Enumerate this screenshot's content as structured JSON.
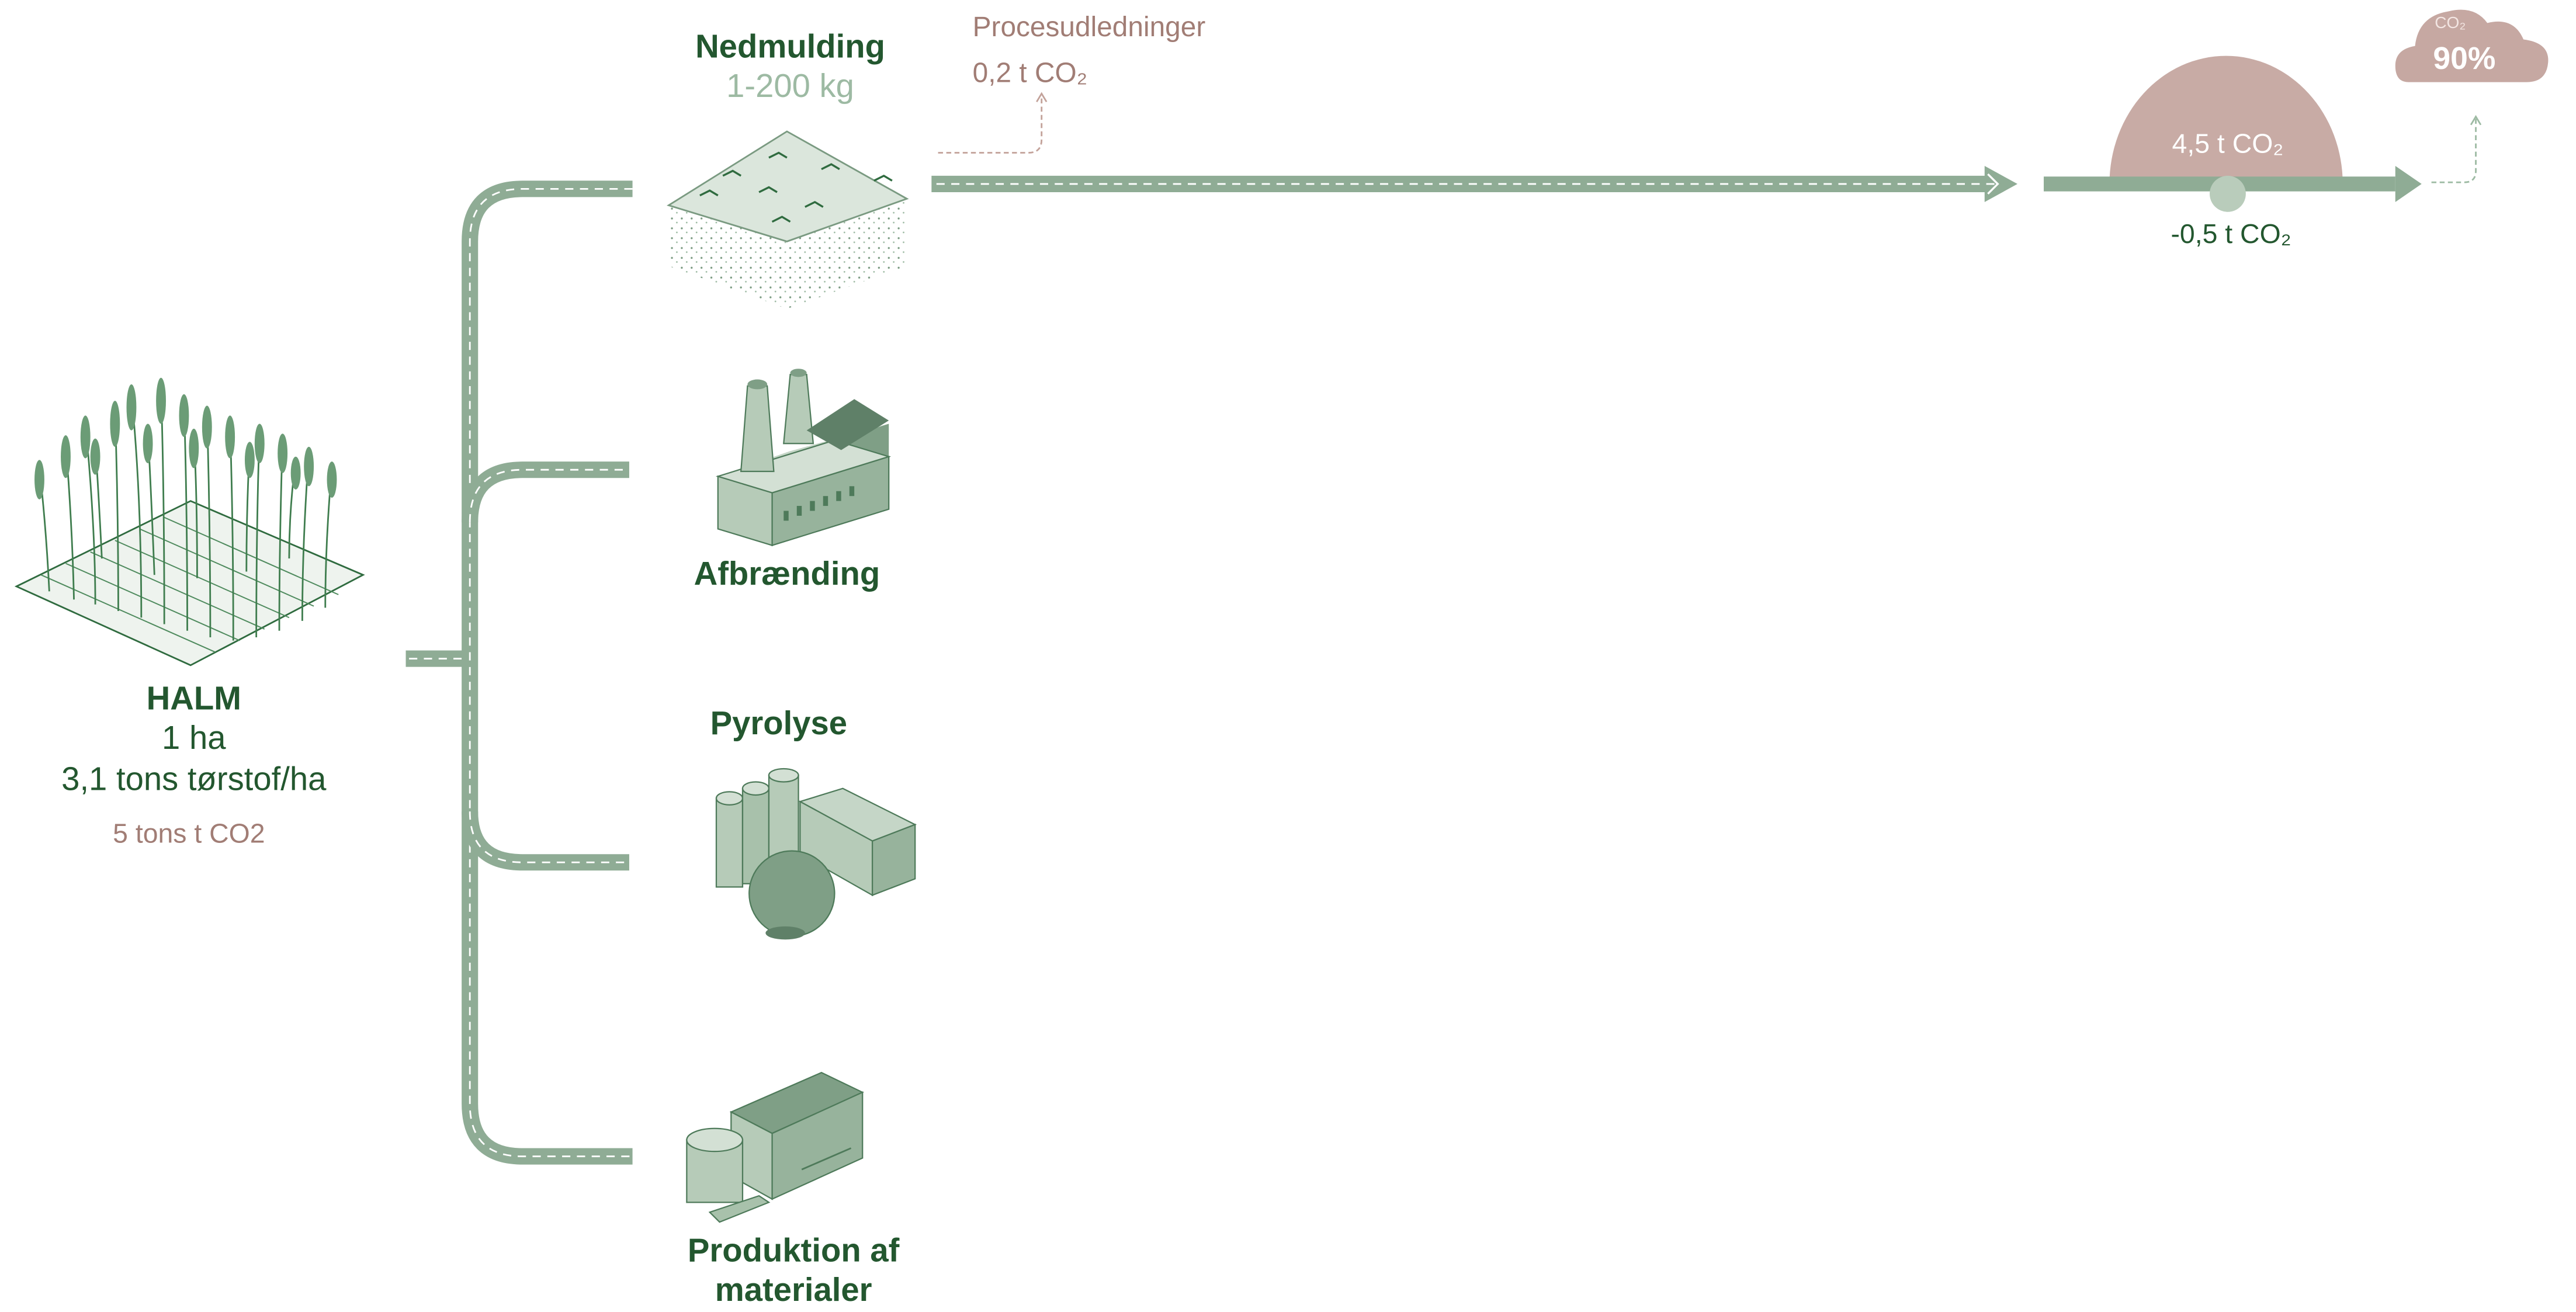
{
  "source": {
    "title": "HALM",
    "area": "1 ha",
    "yield": "3,1 tons tørstof/ha",
    "co2": "5 tons t CO2"
  },
  "pathways": [
    {
      "label": "Nedmulding",
      "sublabel": "1-200 kg"
    },
    {
      "label": "Afbrænding"
    },
    {
      "label": "Pyrolyse"
    },
    {
      "label": "Produktion af materialer"
    }
  ],
  "process_emissions": {
    "label": "Procesudledninger",
    "value": "0,2 t CO₂"
  },
  "emission_dome": {
    "value": "4,5 t CO₂"
  },
  "storage": {
    "value": "-0,5 t CO₂"
  },
  "cloud": {
    "small": "CO₂",
    "percent": "90%"
  },
  "colors": {
    "road": "#8fac95",
    "road_dark": "#7a9a81",
    "dark_green": "#23572f",
    "light_green": "#9dbaa3",
    "brown": "#a17d75",
    "dome": "#c8aba5",
    "cloud": "#c6a8a2"
  },
  "icons": [
    "wheat-field-icon",
    "soil-plot-icon",
    "factory-icon",
    "pyrolysis-plant-icon",
    "materials-plant-icon",
    "cloud-icon"
  ]
}
